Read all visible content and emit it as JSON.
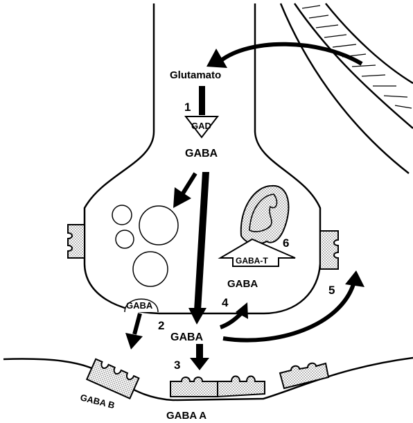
{
  "labels": {
    "glutamate": "Glutamato",
    "gad": "GAD",
    "gaba_top": "GABA",
    "gaba_vesicle": "GABA",
    "gaba_cleft": "GABA",
    "gaba_t": "GABA-T",
    "gaba_glia": "GABA",
    "gaba_b": "GABA B",
    "gaba_a": "GABA A"
  },
  "steps": [
    "1",
    "2",
    "3",
    "4",
    "5",
    "6"
  ],
  "colors": {
    "line": "#000000",
    "stipple": "#777777",
    "background": "#ffffff"
  }
}
